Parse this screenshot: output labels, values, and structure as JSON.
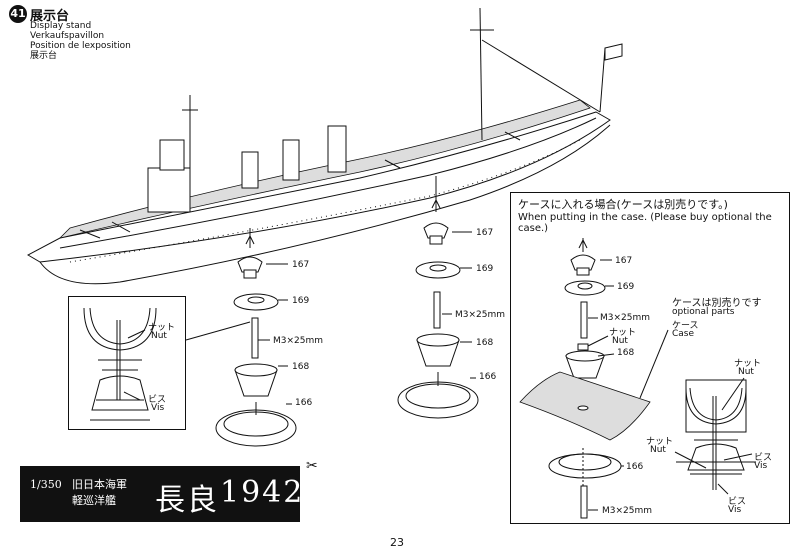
{
  "step": {
    "number": "41",
    "title": "展示台",
    "subtitles": [
      "Display stand",
      "Verkaufspavillon",
      "Position de lexposition",
      "展示台"
    ]
  },
  "stand_a": {
    "part_167": "167",
    "part_169": "169",
    "screw": "M3×25mm",
    "part_168": "168",
    "part_166": "166"
  },
  "stand_b": {
    "part_167": "167",
    "part_169": "169",
    "screw": "M3×25mm",
    "part_168": "168",
    "part_166": "166"
  },
  "inset": {
    "nut_jp": "ナット",
    "nut_en": "Nut",
    "vis_jp": "ビス",
    "vis_en": "Vis"
  },
  "case_box": {
    "title_jp": "ケースに入れる場合(ケースは別売りです。)",
    "title_en": "When putting in the case. (Please buy optional the case.)",
    "part_167": "167",
    "part_169": "169",
    "screw_top": "M3×25mm",
    "nut_jp": "ナット",
    "nut_en": "Nut",
    "part_168": "168",
    "optional_jp": "ケースは別売りです",
    "optional_en": "optional parts",
    "case_jp": "ケース",
    "case_en": "Case",
    "part_166": "166",
    "screw_bottom": "M3×25mm",
    "detail_nut_top_jp": "ナット",
    "detail_nut_top_en": "Nut",
    "detail_nut_left_jp": "ナット",
    "detail_nut_left_en": "Nut",
    "detail_vis_right_jp": "ビス",
    "detail_vis_right_en": "Vis",
    "detail_vis_bottom_jp": "ビス",
    "detail_vis_bottom_en": "Vis"
  },
  "banner": {
    "scale": "1/350",
    "navy": "旧日本海軍",
    "ship_class": "軽巡洋艦",
    "ship_name": "長良",
    "year": "1942"
  },
  "page_number": "23"
}
